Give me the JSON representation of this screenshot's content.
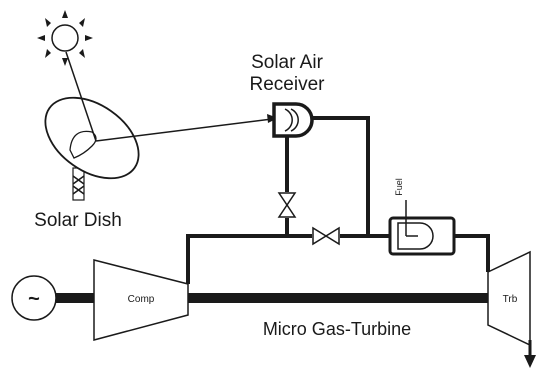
{
  "labels": {
    "solar_air_receiver_line1": "Solar Air",
    "solar_air_receiver_line2": "Receiver",
    "solar_dish": "Solar Dish",
    "fuel": "Fuel",
    "compressor": "Comp",
    "turbine": "Trb",
    "micro_gas_turbine": "Micro Gas-Turbine",
    "generator_symbol": "~"
  },
  "colors": {
    "line": "#1a1a1a",
    "background": "#ffffff"
  },
  "icons": {
    "sun": "sun-icon",
    "dish": "solar-dish-icon",
    "generator": "generator-icon",
    "valve": "valve-icon"
  }
}
